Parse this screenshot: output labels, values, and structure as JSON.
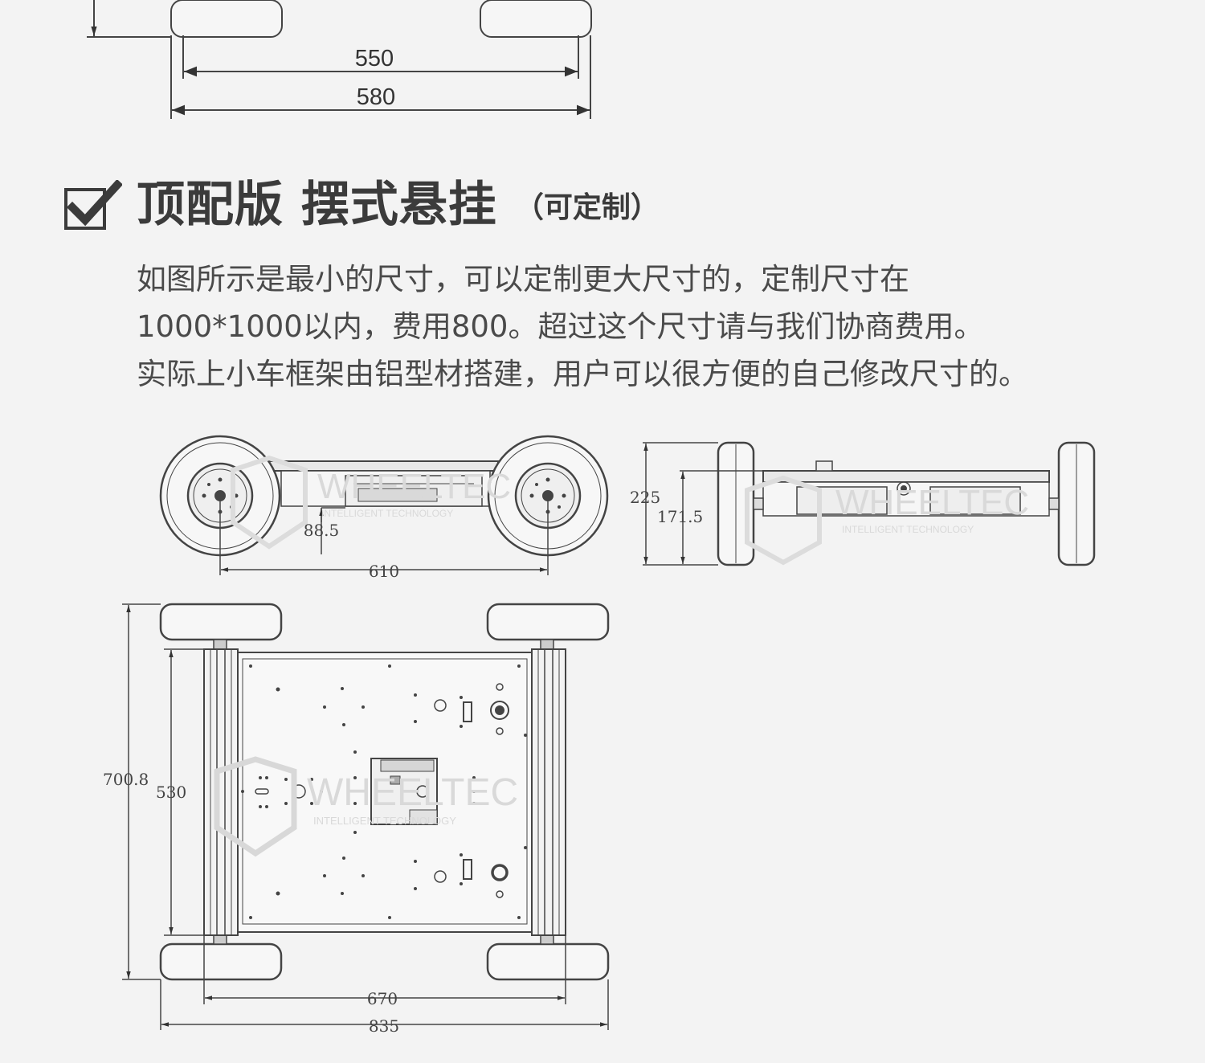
{
  "heading": {
    "title": "顶配版 摆式悬挂",
    "subtitle": "（可定制）",
    "icon": "checkbox-checked-icon"
  },
  "description": [
    "如图所示是最小的尺寸，可以定制更大尺寸的，定制尺寸在",
    "1000*1000以内，费用800。超过这个尺寸请与我们协商费用。",
    "实际上小车框架由铝型材搭建，用户可以很方便的自己修改尺寸的。"
  ],
  "top_drawing": {
    "dimensions": [
      "550",
      "580"
    ]
  },
  "side_view": {
    "dimensions": [
      "88.5",
      "610"
    ]
  },
  "front_view": {
    "dimensions": [
      "225",
      "171.5"
    ]
  },
  "plan_view": {
    "dimensions": [
      "700.8",
      "530",
      "670",
      "835"
    ]
  },
  "watermark": {
    "brand": "WHEELTEC",
    "tagline": "INTELLIGENT TECHNOLOGY"
  },
  "colors": {
    "background": "#f3f3f3",
    "text": "#3a3a3a",
    "line": "#444444"
  }
}
